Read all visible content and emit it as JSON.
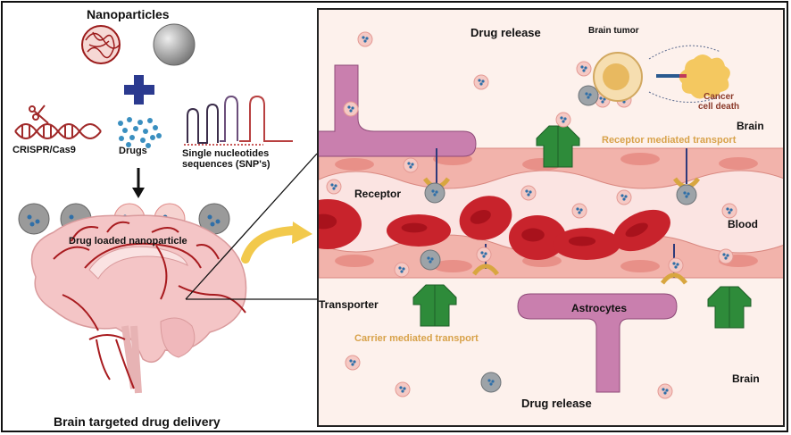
{
  "left": {
    "nanoparticles_title": "Nanoparticles",
    "crispr_label": "CRISPR/Cas9",
    "drugs_label": "Drugs",
    "snp_label_line1": "Single nucleotides",
    "snp_label_line2": "sequences (SNP's)",
    "loaded_label": "Drug loaded nanoparticle",
    "bottom_title": "Brain targeted drug delivery"
  },
  "panel": {
    "drug_release_top": "Drug release",
    "brain_tumor": "Brain tumor",
    "cancer_line1": "Cancer",
    "cancer_line2": "cell death",
    "brain_top": "Brain",
    "receptor_mediated": "Receptor mediated transport",
    "receptor": "Receptor",
    "blood": "Blood",
    "transporter": "Transporter",
    "astrocytes": "Astrocytes",
    "carrier_mediated": "Carrier mediated transport",
    "brain_bottom": "Brain",
    "drug_release_bottom": "Drug release"
  },
  "colors": {
    "plus": "#2b3a8f",
    "drug_dot": "#3a8fc0",
    "astrocyte": "#c97fae",
    "transporter": "#2e8b3a",
    "receptor": "#d8a640",
    "rbc": "#c8232c",
    "vessel_wall": "#f2b3ab",
    "orange_text": "#d8a24a",
    "tumor": "#e8b960"
  }
}
